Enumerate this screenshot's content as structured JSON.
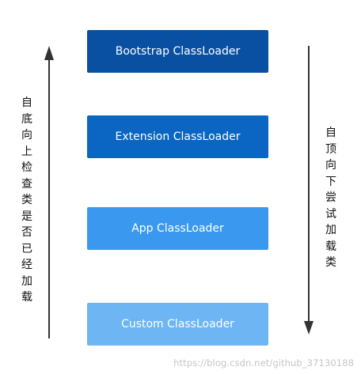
{
  "boxes": [
    {
      "label": "Bootstrap ClassLoader",
      "color": "#0950a2"
    },
    {
      "label": "Extension ClassLoader",
      "color": "#0a66c2"
    },
    {
      "label": "App ClassLoader",
      "color": "#3a98ee"
    },
    {
      "label": "Custom ClassLoader",
      "color": "#6eb5f3"
    }
  ],
  "left_label": "自底向上检查类是否已经加载",
  "right_label": "自顶向下尝试加载类",
  "watermark": "https://blog.csdn.net/github_37130188",
  "arrow_color": "#333333"
}
